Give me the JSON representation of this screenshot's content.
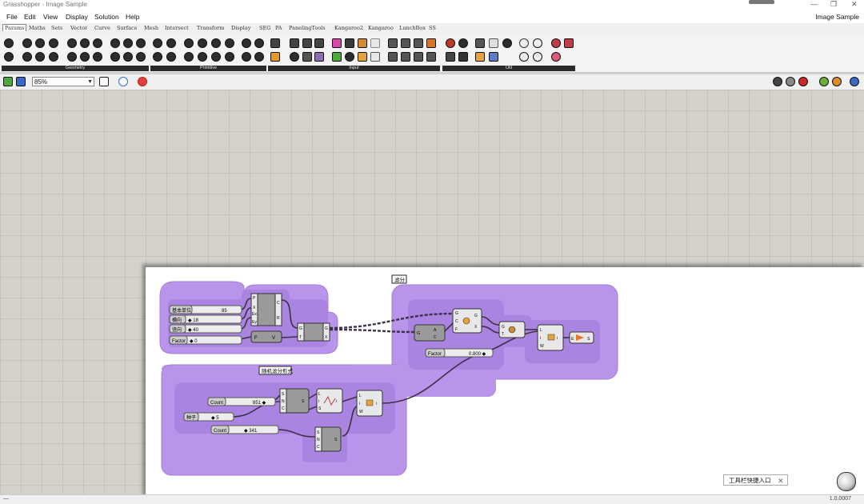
{
  "window": {
    "title": "Grasshopper - Image Sample",
    "doc_name": "Image Sample",
    "controls": [
      "—",
      "❐",
      "✕"
    ]
  },
  "menu": [
    "File",
    "Edit",
    "View",
    "Display",
    "Solution",
    "Help"
  ],
  "tabs": [
    "Params",
    "Maths",
    "Sets",
    "Vector",
    "Curve",
    "Surface",
    "Mesh",
    "Intersect",
    "Transform",
    "Display",
    "SEG",
    "PA",
    "PanelingTools",
    "Kangaroo2",
    "Kangaroo",
    "LunchBox",
    "SS"
  ],
  "active_tab": "Params",
  "ribbon_panels": [
    "Geometry",
    "Primitive",
    "Input",
    "Util"
  ],
  "zoom": "85%",
  "canvas": {
    "scribble_top": "滤分",
    "scribble_mid": "随机滤分形式",
    "sliders": [
      {
        "label": "基本单位",
        "value": "85"
      },
      {
        "label": "横向",
        "value": "◆ 18"
      },
      {
        "label": "竖向",
        "value": "◆ 40"
      },
      {
        "label": "Factor",
        "value": "◆ 0"
      },
      {
        "label": "Factor",
        "value": "0.800 ◆"
      },
      {
        "label": "Count",
        "value": "851 ◆"
      },
      {
        "label": "种子",
        "value": "◆ 5"
      },
      {
        "label": "Count",
        "value": "◆ 341"
      }
    ],
    "components": {
      "rect": [
        "P",
        "X",
        "Ex",
        "Ey",
        "C",
        "R"
      ],
      "deconstruct": [
        "F",
        "V"
      ],
      "mesh": [
        "G",
        "T",
        "G",
        "X"
      ],
      "area": [
        "G",
        "A",
        "C"
      ],
      "scale": [
        "G",
        "C",
        "F",
        "G",
        "X"
      ],
      "move": [
        "G",
        "T"
      ],
      "list": [
        "L",
        "i",
        "W",
        "i"
      ],
      "out": [
        "E",
        "S"
      ],
      "random": [
        "S",
        "N",
        "C",
        "S"
      ],
      "cull": [
        "L",
        "i",
        "S",
        "i"
      ],
      "list2": [
        "L",
        "i",
        "W",
        "i"
      ],
      "random2": [
        "S",
        "N",
        "C",
        "S"
      ]
    }
  },
  "hint": "工具栏快捷入口",
  "hint_close": "✕",
  "version": "1.0.0007",
  "status_left": "—"
}
